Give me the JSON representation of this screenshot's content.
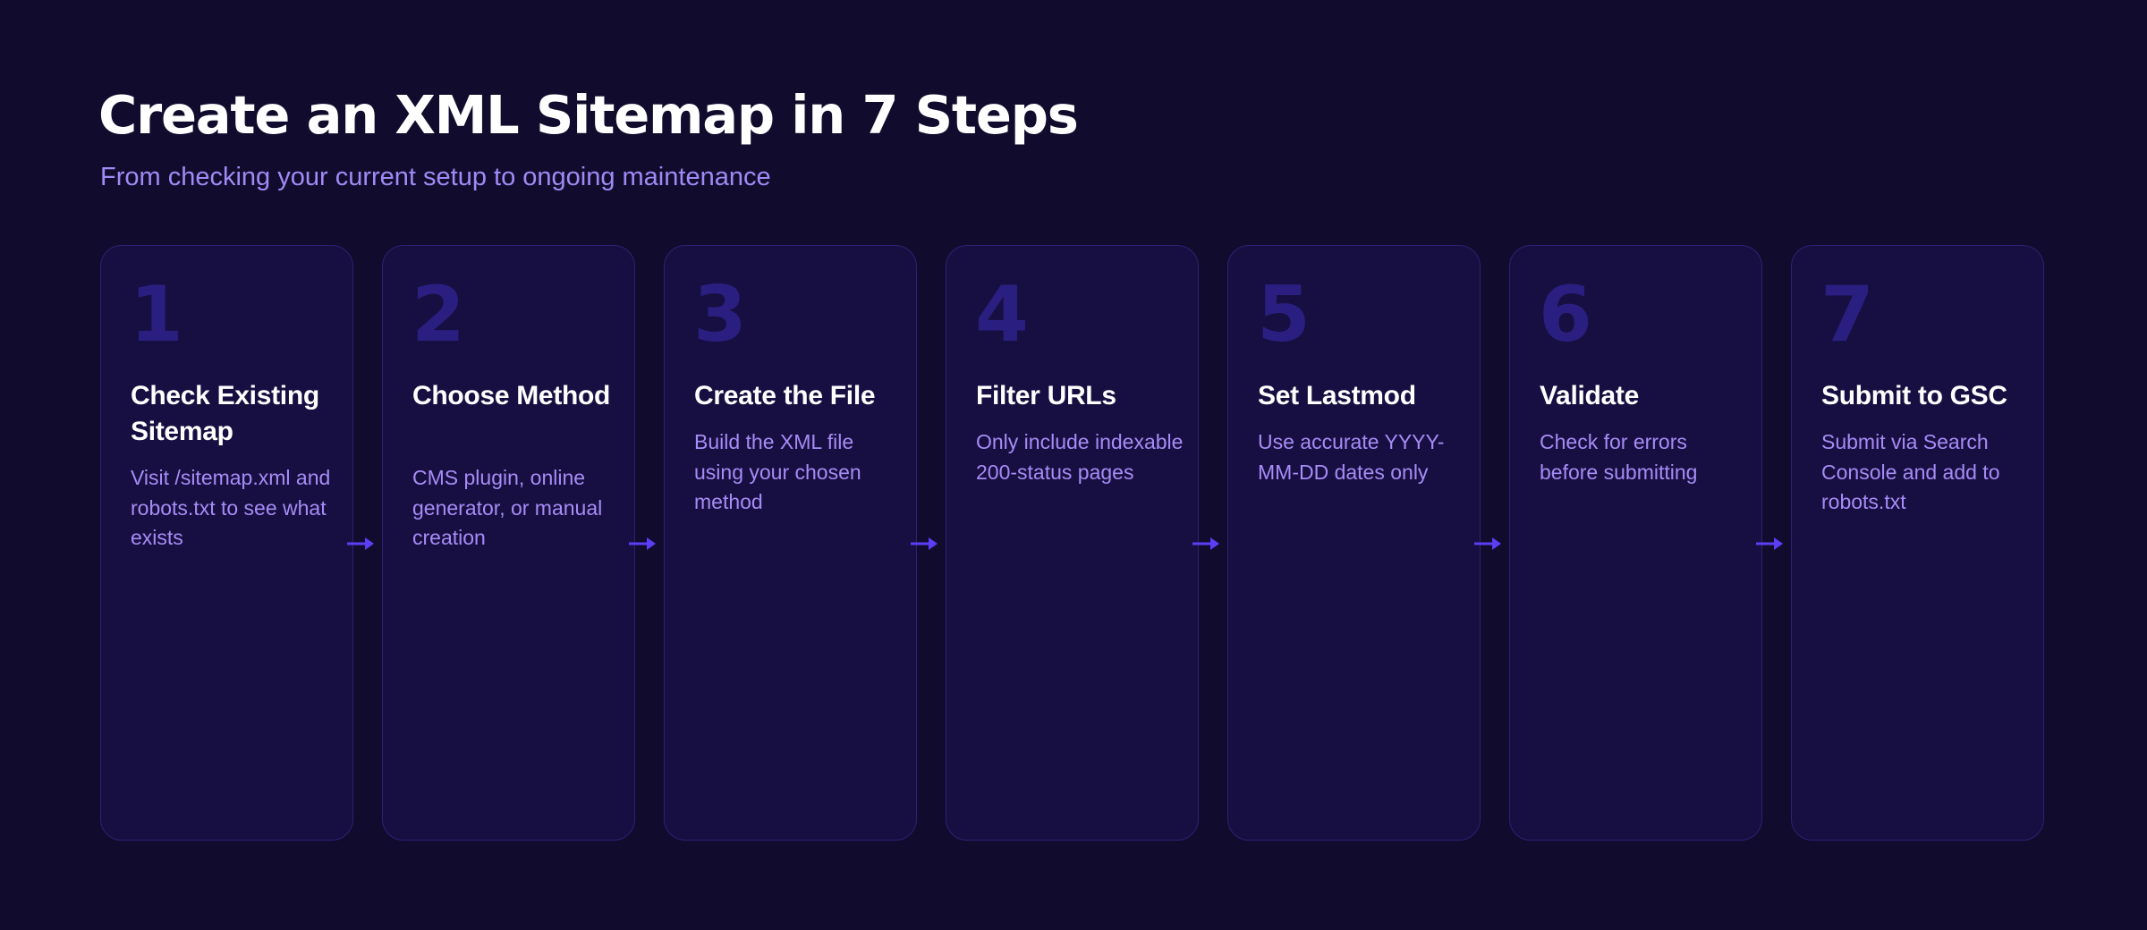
{
  "header": {
    "title": "Create an XML Sitemap in 7 Steps",
    "subtitle": "From checking your current setup to ongoing maintenance"
  },
  "colors": {
    "background": "#110c2d",
    "card": "#170f41",
    "card_border": "#2b2275",
    "step_number": "#2a1f80",
    "title": "#ffffff",
    "description": "#a68cf6",
    "subtitle": "#a08af5",
    "arrow": "#5b3ef5"
  },
  "steps": [
    {
      "number": "1",
      "title": "Check Existing Sitemap",
      "description": "Visit /sitemap.xml and robots.txt to see what exists"
    },
    {
      "number": "2",
      "title": "Choose Method",
      "description": "CMS plugin, online generator, or manual creation"
    },
    {
      "number": "3",
      "title": "Create the File",
      "description": "Build the XML file using your chosen method"
    },
    {
      "number": "4",
      "title": "Filter URLs",
      "description": "Only include indexable 200-status pages"
    },
    {
      "number": "5",
      "title": "Set Lastmod",
      "description": "Use accurate YYYY-MM-DD dates only"
    },
    {
      "number": "6",
      "title": "Validate",
      "description": "Check for errors before submitting"
    },
    {
      "number": "7",
      "title": "Submit to GSC",
      "description": "Submit via Search Console and add to robots.txt"
    }
  ],
  "connectors": {
    "icon": "arrow-right-icon",
    "count": 6
  }
}
